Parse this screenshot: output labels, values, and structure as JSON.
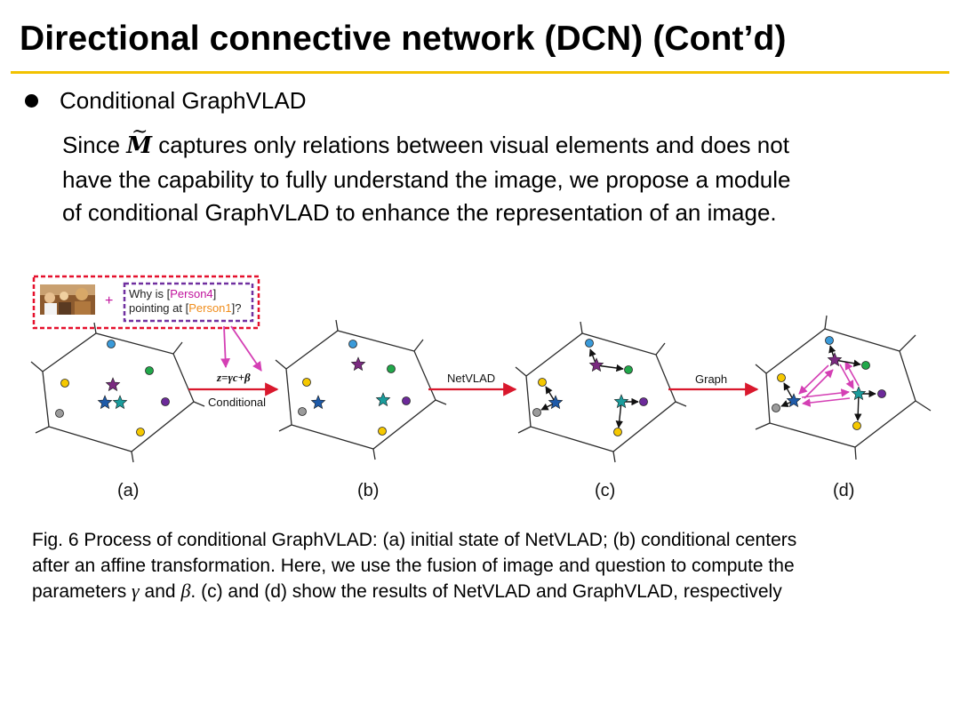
{
  "title": "Directional connective network (DCN) (Cont’d)",
  "bullet": {
    "label": "Conditional GraphVLAD"
  },
  "paragraph": {
    "line1_pre": "Since ",
    "symbol": "M",
    "line1_post": " captures only relations between visual elements and does not",
    "line2": "have the capability to fully understand the image, we propose a module",
    "line3": "of conditional GraphVLAD to enhance the representation of an image."
  },
  "figure": {
    "question": {
      "line1_pre": "Why is [",
      "person4": "Person4",
      "line1_post": "]",
      "line2_pre": "pointing at [",
      "person1": "Person1",
      "line2_post": "]?"
    },
    "plus": "+",
    "formula": "z=γc+β",
    "arrow_labels": {
      "conditional": "Conditional",
      "netvlad": "NetVLAD",
      "graph": "Graph"
    },
    "panel_labels": [
      "(a)",
      "(b)",
      "(c)",
      "(d)"
    ],
    "colors": {
      "outline": "#2b2b2b",
      "red_arrow": "#d9182d",
      "magenta": "#d43fb4",
      "dashed_red": "#e5102c",
      "dashed_purple": "#7030a0",
      "person4": "#c0129c",
      "person1": "#f08c1a",
      "point_blue": "#3a9ad9",
      "point_green": "#21a84a",
      "point_yellow": "#f5c800",
      "point_gray": "#9b9b9b",
      "point_purple": "#6c2a9a",
      "star_blue": "#1e5aa8",
      "star_teal": "#1a9c9c",
      "star_purple": "#7a2a80"
    }
  },
  "caption": {
    "line1": "Fig. 6  Process of conditional GraphVLAD: (a) initial state of NetVLAD; (b) conditional centers",
    "line2": "after an affine transformation. Here, we use the fusion of image and question to compute the",
    "line3_pre": "parameters ",
    "gamma": "γ",
    "line3_mid": " and ",
    "beta": "β",
    "line3_post": ". (c) and (d) show the results of NetVLAD and GraphVLAD, respectively"
  }
}
